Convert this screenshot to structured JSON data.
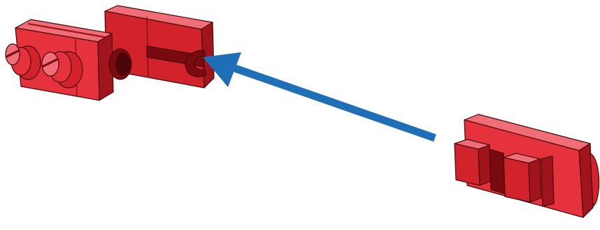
{
  "diagram": {
    "background": "#ffffff",
    "colors": {
      "red_light": "#f06e78",
      "red_main": "#e6323c",
      "red_mid": "#d2232d",
      "red_dark": "#a0141c",
      "red_shadow": "#780a10",
      "outline": "#4a0508",
      "arrow": "#1f6fb8"
    },
    "parts": [
      {
        "name": "assembled-block",
        "description": ""
      },
      {
        "name": "clip-part",
        "description": ""
      }
    ],
    "arrow": {
      "direction": "points-to-assembled-block"
    }
  }
}
